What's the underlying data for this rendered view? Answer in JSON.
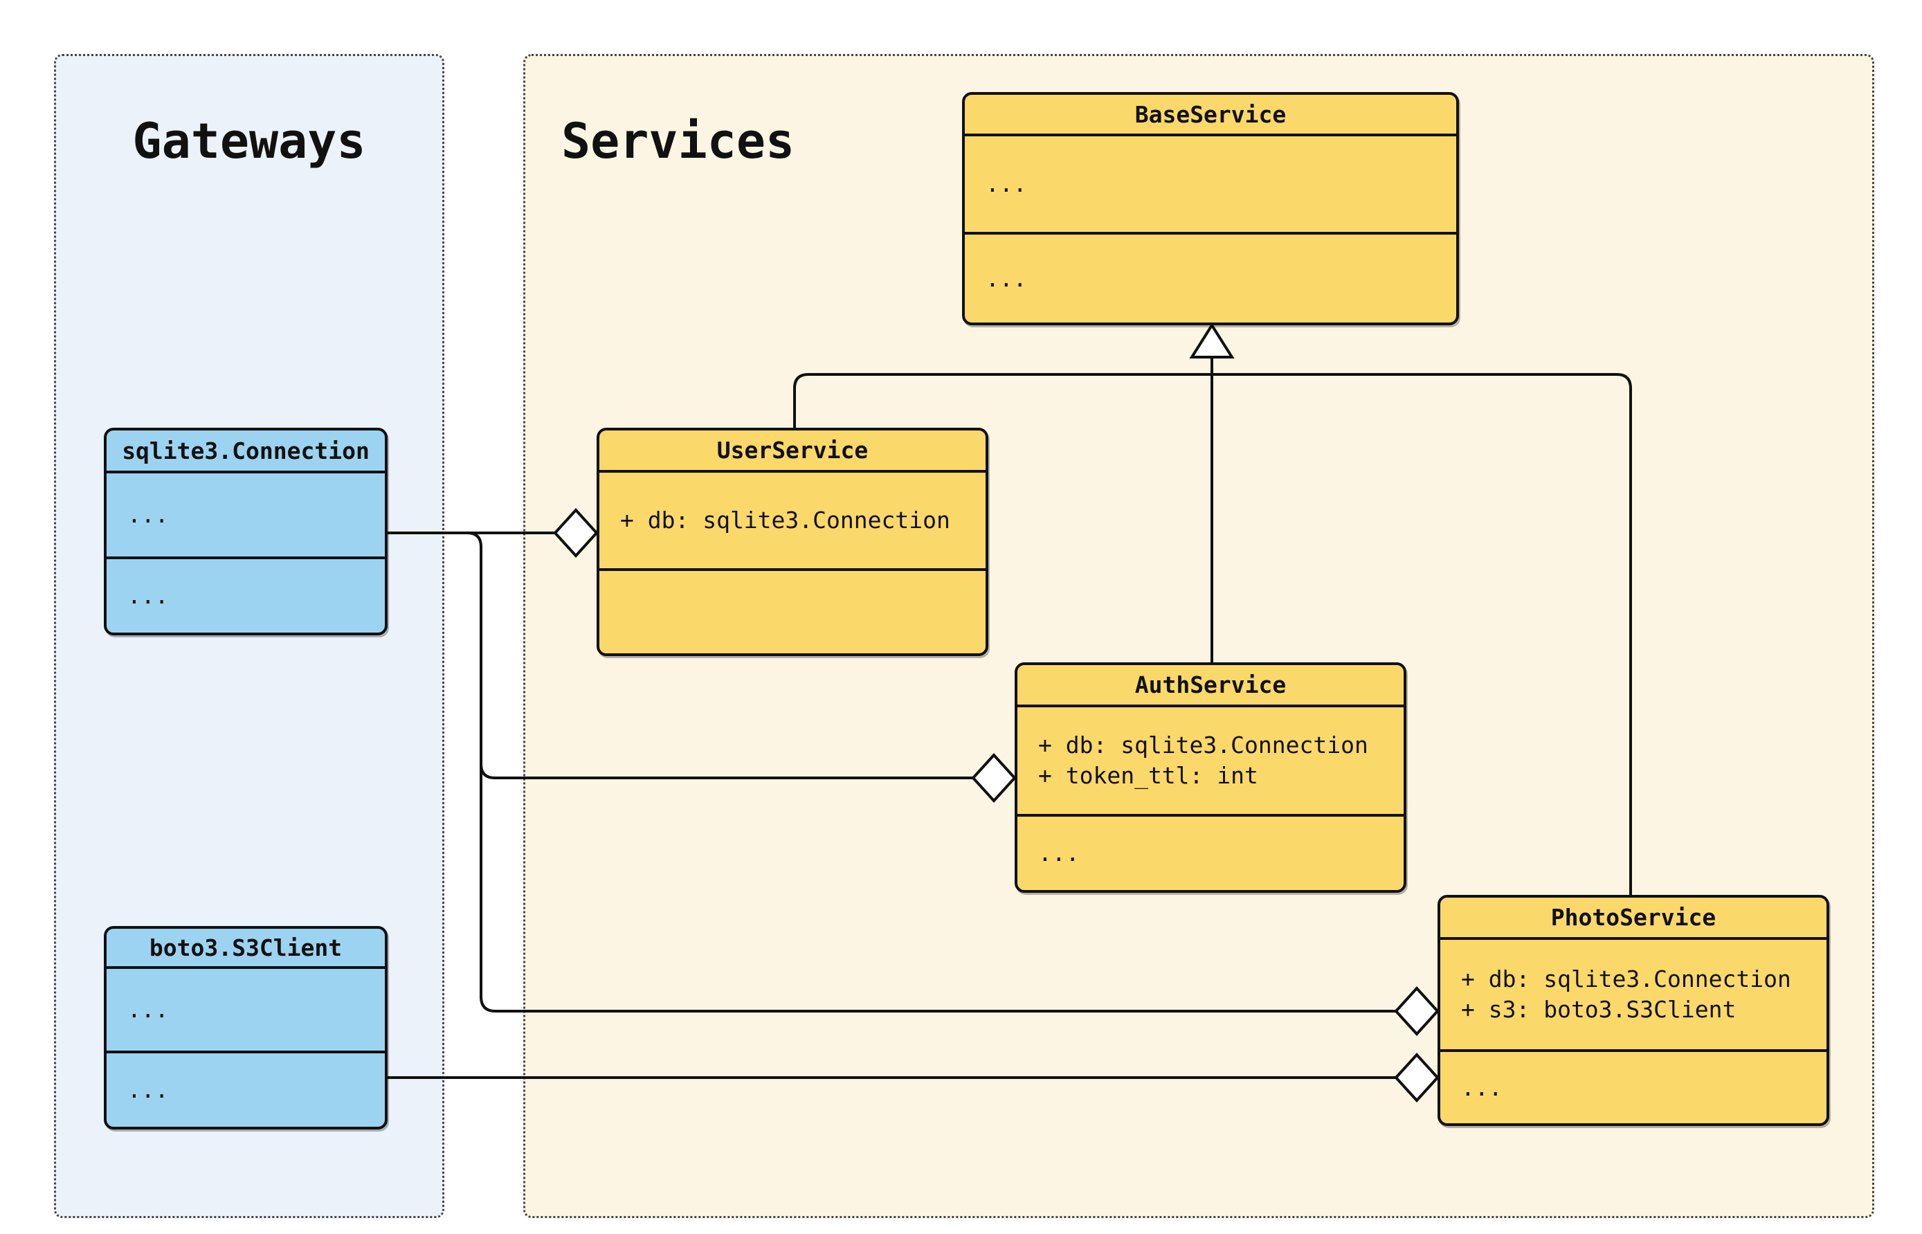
{
  "diagram": {
    "groups": {
      "gateways": {
        "title": "Gateways"
      },
      "services": {
        "title": "Services"
      }
    },
    "classes": {
      "base": {
        "title": "BaseService",
        "attrs": [
          "..."
        ],
        "methods": [
          "..."
        ]
      },
      "user": {
        "title": "UserService",
        "attrs": [
          "+ db: sqlite3.Connection"
        ],
        "methods": []
      },
      "auth": {
        "title": "AuthService",
        "attrs": [
          "+ db: sqlite3.Connection",
          "+ token_ttl: int"
        ],
        "methods": [
          "..."
        ]
      },
      "photo": {
        "title": "PhotoService",
        "attrs": [
          "+ db: sqlite3.Connection",
          "+ s3: boto3.S3Client"
        ],
        "methods": [
          "..."
        ]
      },
      "sqlite": {
        "title": "sqlite3.Connection",
        "attrs": [
          "..."
        ],
        "methods": [
          "..."
        ]
      },
      "boto": {
        "title": "boto3.S3Client",
        "attrs": [
          "..."
        ],
        "methods": [
          "..."
        ]
      }
    },
    "relationships": [
      {
        "type": "inheritance",
        "from": "UserService",
        "to": "BaseService"
      },
      {
        "type": "inheritance",
        "from": "AuthService",
        "to": "BaseService"
      },
      {
        "type": "inheritance",
        "from": "PhotoService",
        "to": "BaseService"
      },
      {
        "type": "aggregation",
        "from": "UserService",
        "to": "sqlite3.Connection"
      },
      {
        "type": "aggregation",
        "from": "AuthService",
        "to": "sqlite3.Connection"
      },
      {
        "type": "aggregation",
        "from": "PhotoService",
        "to": "sqlite3.Connection"
      },
      {
        "type": "aggregation",
        "from": "PhotoService",
        "to": "boto3.S3Client"
      }
    ],
    "colors": {
      "page-bg": "#ffffff",
      "gateways-bg": "#EBF2FA",
      "services-bg": "#FCF5E3",
      "blue-fill": "#9CD3F1",
      "yellow-fill": "#FBD86A",
      "line": "#111111",
      "text": "#111111",
      "panel-border": "#444444"
    }
  }
}
